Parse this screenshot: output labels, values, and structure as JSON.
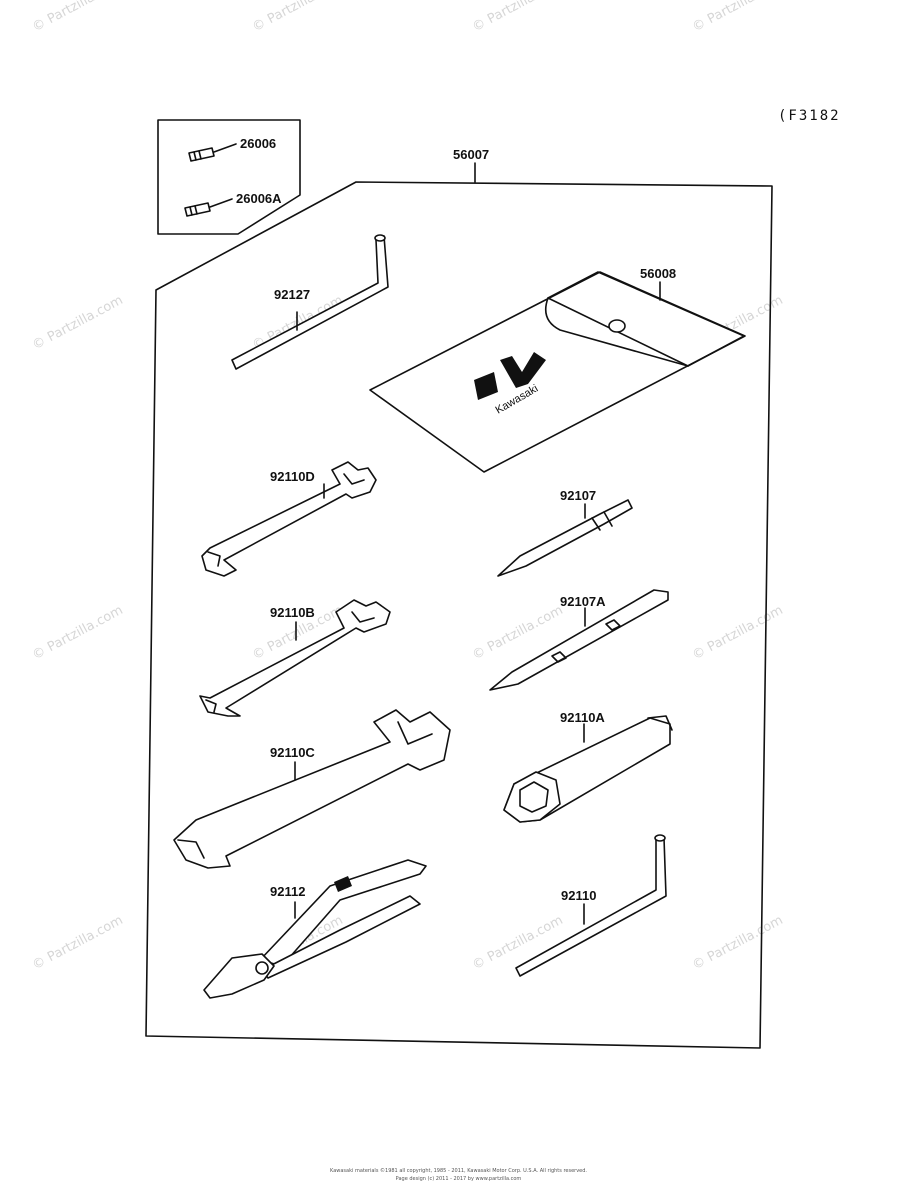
{
  "watermark": "© Partzilla.com",
  "diagram_ref": "(F3182",
  "brand_text": "Kawasaki",
  "footer": {
    "line1": "Kawasaki materials ©1981 all copyright, 1985 - 2011, Kawasaki Motor Corp. U.S.A. All rights reserved.",
    "line2": "Page design (c) 2011 - 2017 by www.partzilla.com"
  },
  "labels": {
    "p26006": "26006",
    "p26006A": "26006A",
    "p56007": "56007",
    "p56008": "56008",
    "p92127": "92127",
    "p92110D": "92110D",
    "p92107": "92107",
    "p92110B": "92110B",
    "p92107A": "92107A",
    "p92110C": "92110C",
    "p92110A": "92110A",
    "p92112": "92112",
    "p92110": "92110"
  }
}
